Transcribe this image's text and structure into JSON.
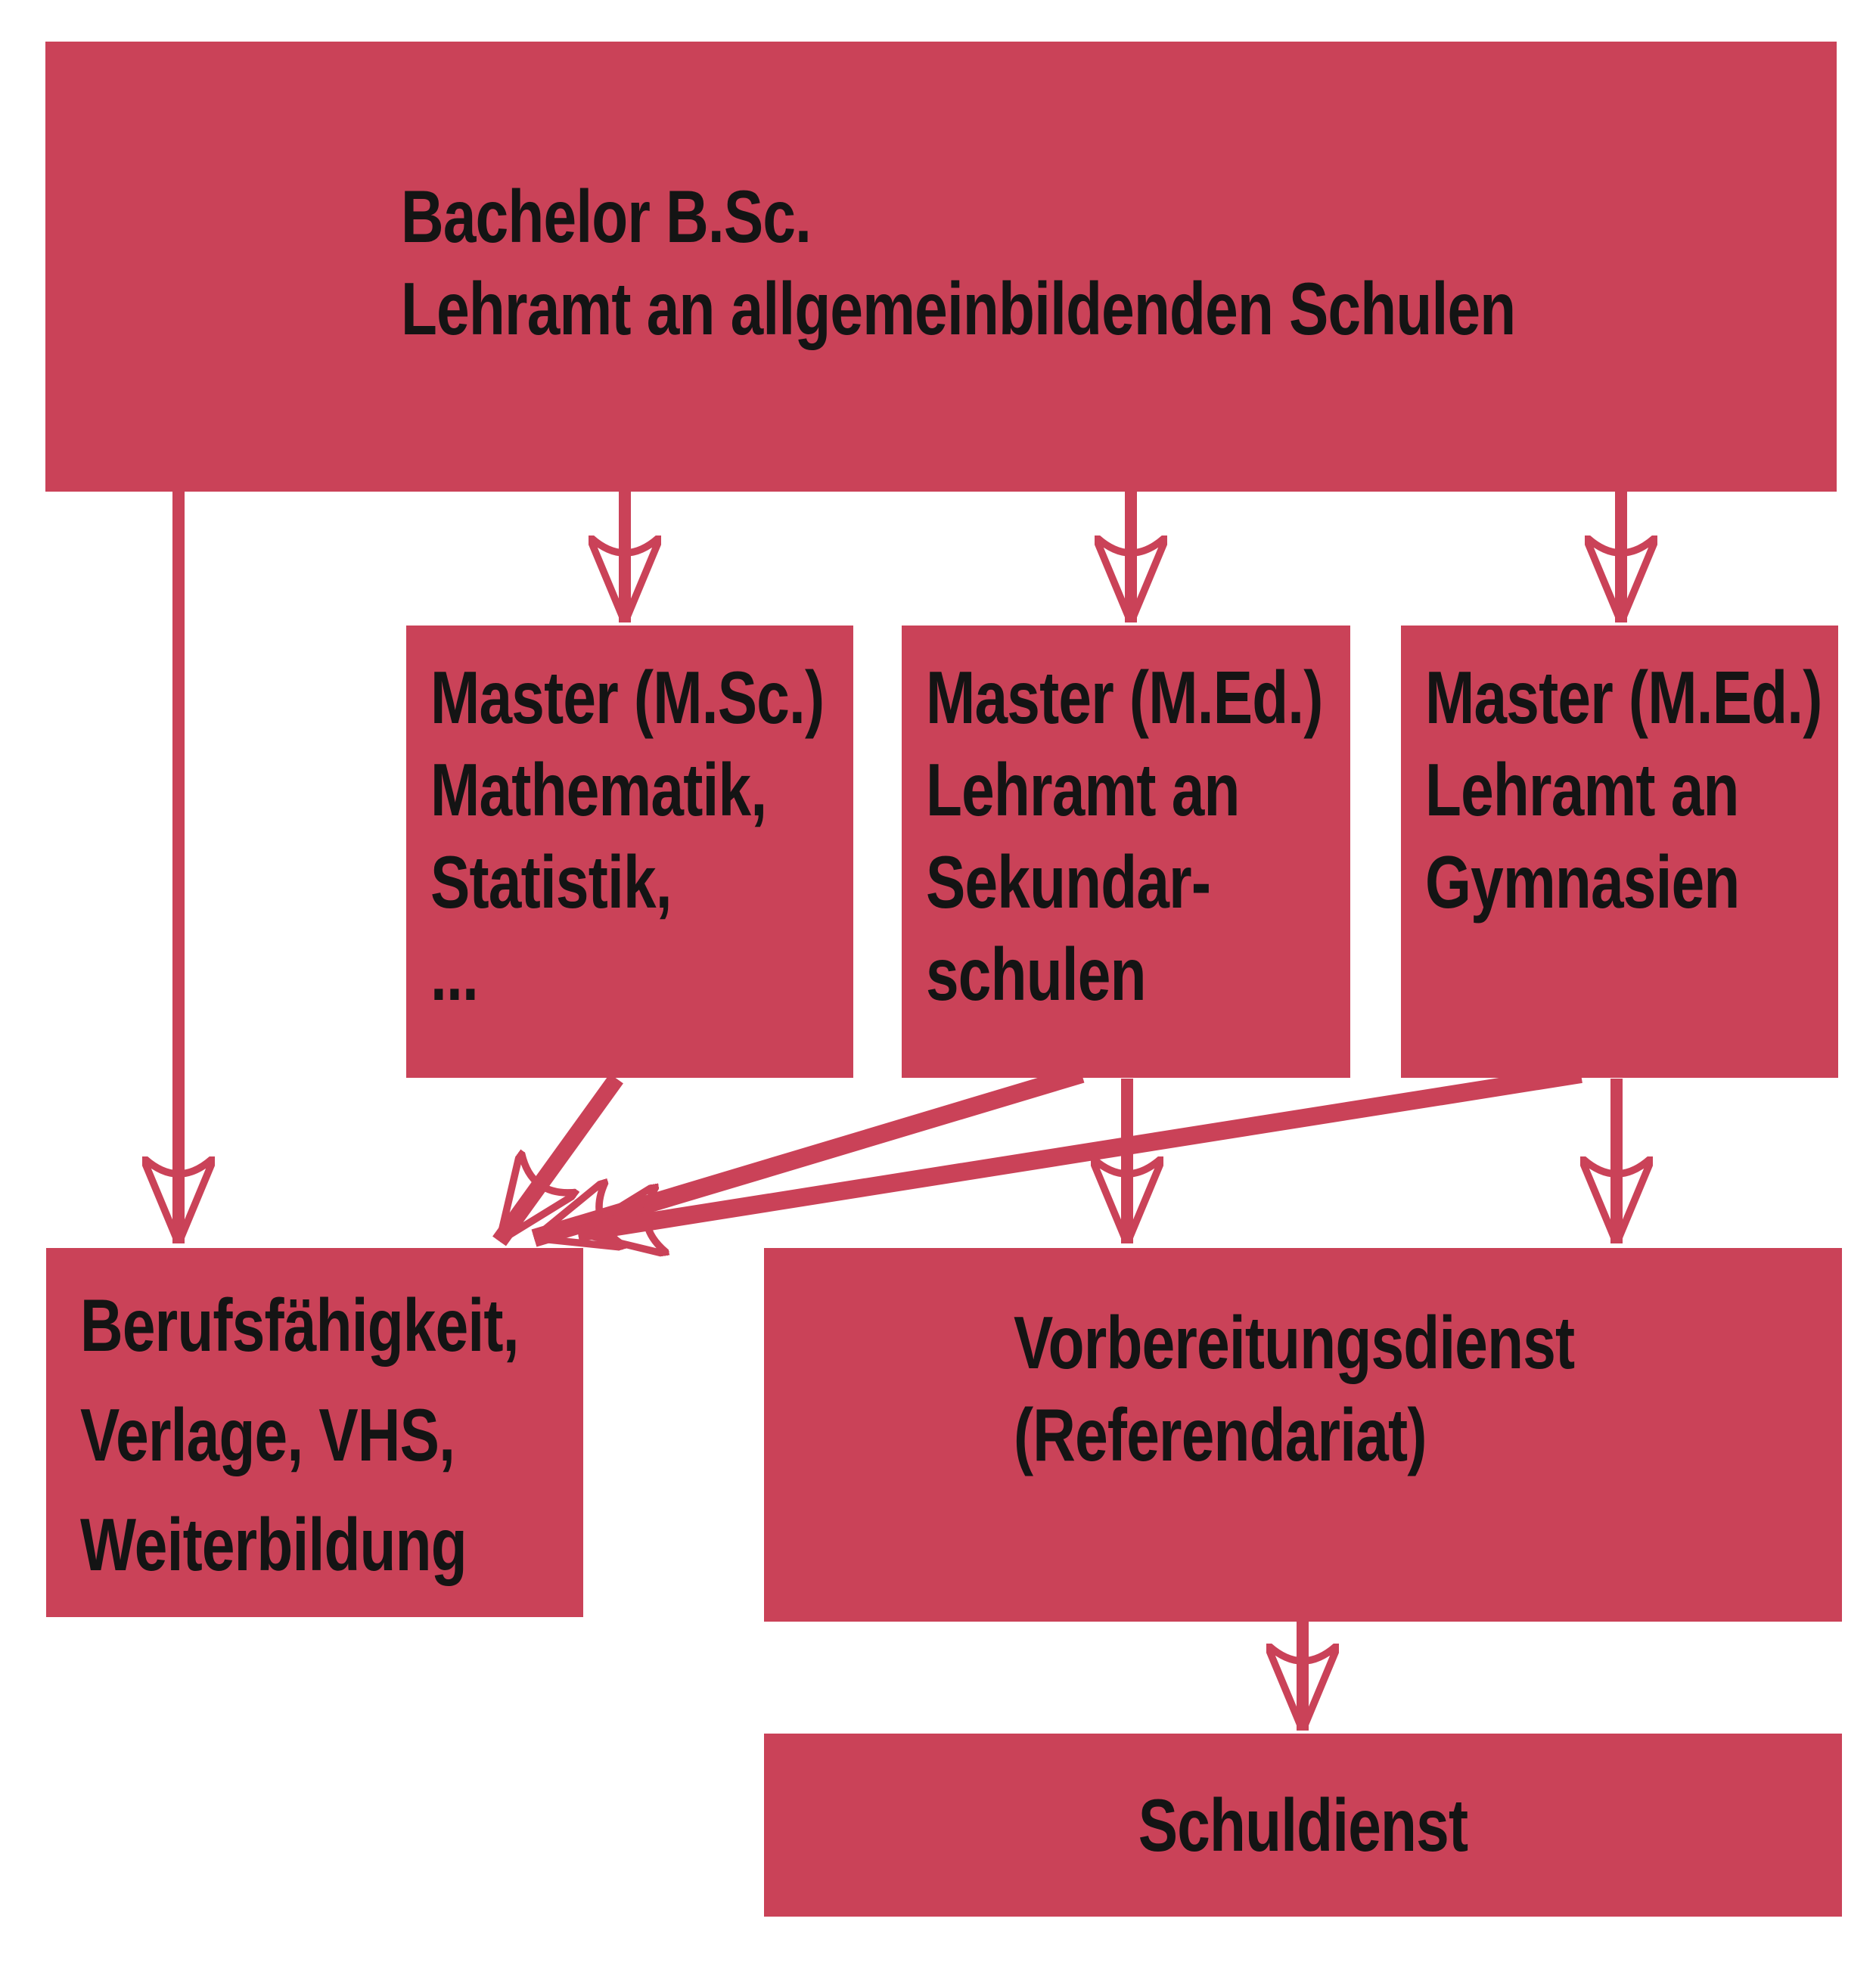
{
  "colors": {
    "accent": "#CA4258",
    "text": "#141414",
    "background": "#FFFFFF"
  },
  "nodes": {
    "bachelor": {
      "lines": [
        "Bachelor B.Sc.",
        "Lehramt an allgemeinbildenden Schulen"
      ]
    },
    "master_msc": {
      "lines": [
        "Master (M.Sc.)",
        "Mathematik,",
        "Statistik,",
        "..."
      ]
    },
    "master_med_sek": {
      "lines": [
        "Master (M.Ed.)",
        "Lehramt an",
        "Sekundar-",
        "schulen"
      ]
    },
    "master_med_gym": {
      "lines": [
        "Master (M.Ed.)",
        "Lehramt an",
        "Gymnasien"
      ]
    },
    "beruf": {
      "lines": [
        "Berufsfähigkeit,",
        "Verlage, VHS,",
        "Weiterbildung"
      ]
    },
    "vorbereitung": {
      "lines": [
        "Vorbereitungsdienst",
        "(Referendariat)"
      ]
    },
    "schuldienst": {
      "lines": [
        "Schuldienst"
      ]
    }
  },
  "edges": [
    {
      "from": "bachelor",
      "to": "beruf"
    },
    {
      "from": "bachelor",
      "to": "master_msc"
    },
    {
      "from": "bachelor",
      "to": "master_med_sek"
    },
    {
      "from": "bachelor",
      "to": "master_med_gym"
    },
    {
      "from": "master_msc",
      "to": "beruf"
    },
    {
      "from": "master_med_sek",
      "to": "beruf"
    },
    {
      "from": "master_med_gym",
      "to": "beruf"
    },
    {
      "from": "master_med_sek",
      "to": "vorbereitung"
    },
    {
      "from": "master_med_gym",
      "to": "vorbereitung"
    },
    {
      "from": "vorbereitung",
      "to": "schuldienst"
    }
  ]
}
